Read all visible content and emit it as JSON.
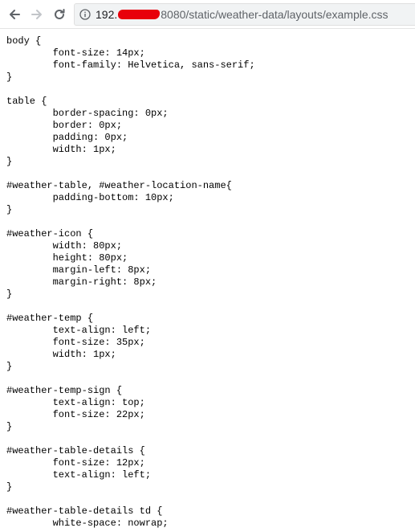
{
  "toolbar": {
    "back_icon": "arrow-left-icon",
    "forward_icon": "arrow-right-icon",
    "reload_icon": "reload-icon",
    "info_icon": "info-circle-icon",
    "url_prefix": "192.",
    "url_suffix": "8080/static/weather-data/layouts/example.css",
    "redaction_color": "#e8000b"
  },
  "document": {
    "text": "body {\n\tfont-size: 14px;\n\tfont-family: Helvetica, sans-serif;\n}\n\ntable {\n\tborder-spacing: 0px;\n\tborder: 0px;\n\tpadding: 0px;\n\twidth: 1px;\n}\n\n#weather-table, #weather-location-name{\n\tpadding-bottom: 10px;\n}\n\n#weather-icon {\n\twidth: 80px;\n\theight: 80px;\n\tmargin-left: 8px;\n\tmargin-right: 8px;\n}\n\n#weather-temp {\n\ttext-align: left;\n\tfont-size: 35px;\n\twidth: 1px;\n}\n\n#weather-temp-sign {\n\ttext-align: top;\n\tfont-size: 22px;\n}\n\n#weather-table-details {\n\tfont-size: 12px;\n\ttext-align: left;\n}\n\n#weather-table-details td {\n\twhite-space: nowrap;"
  }
}
